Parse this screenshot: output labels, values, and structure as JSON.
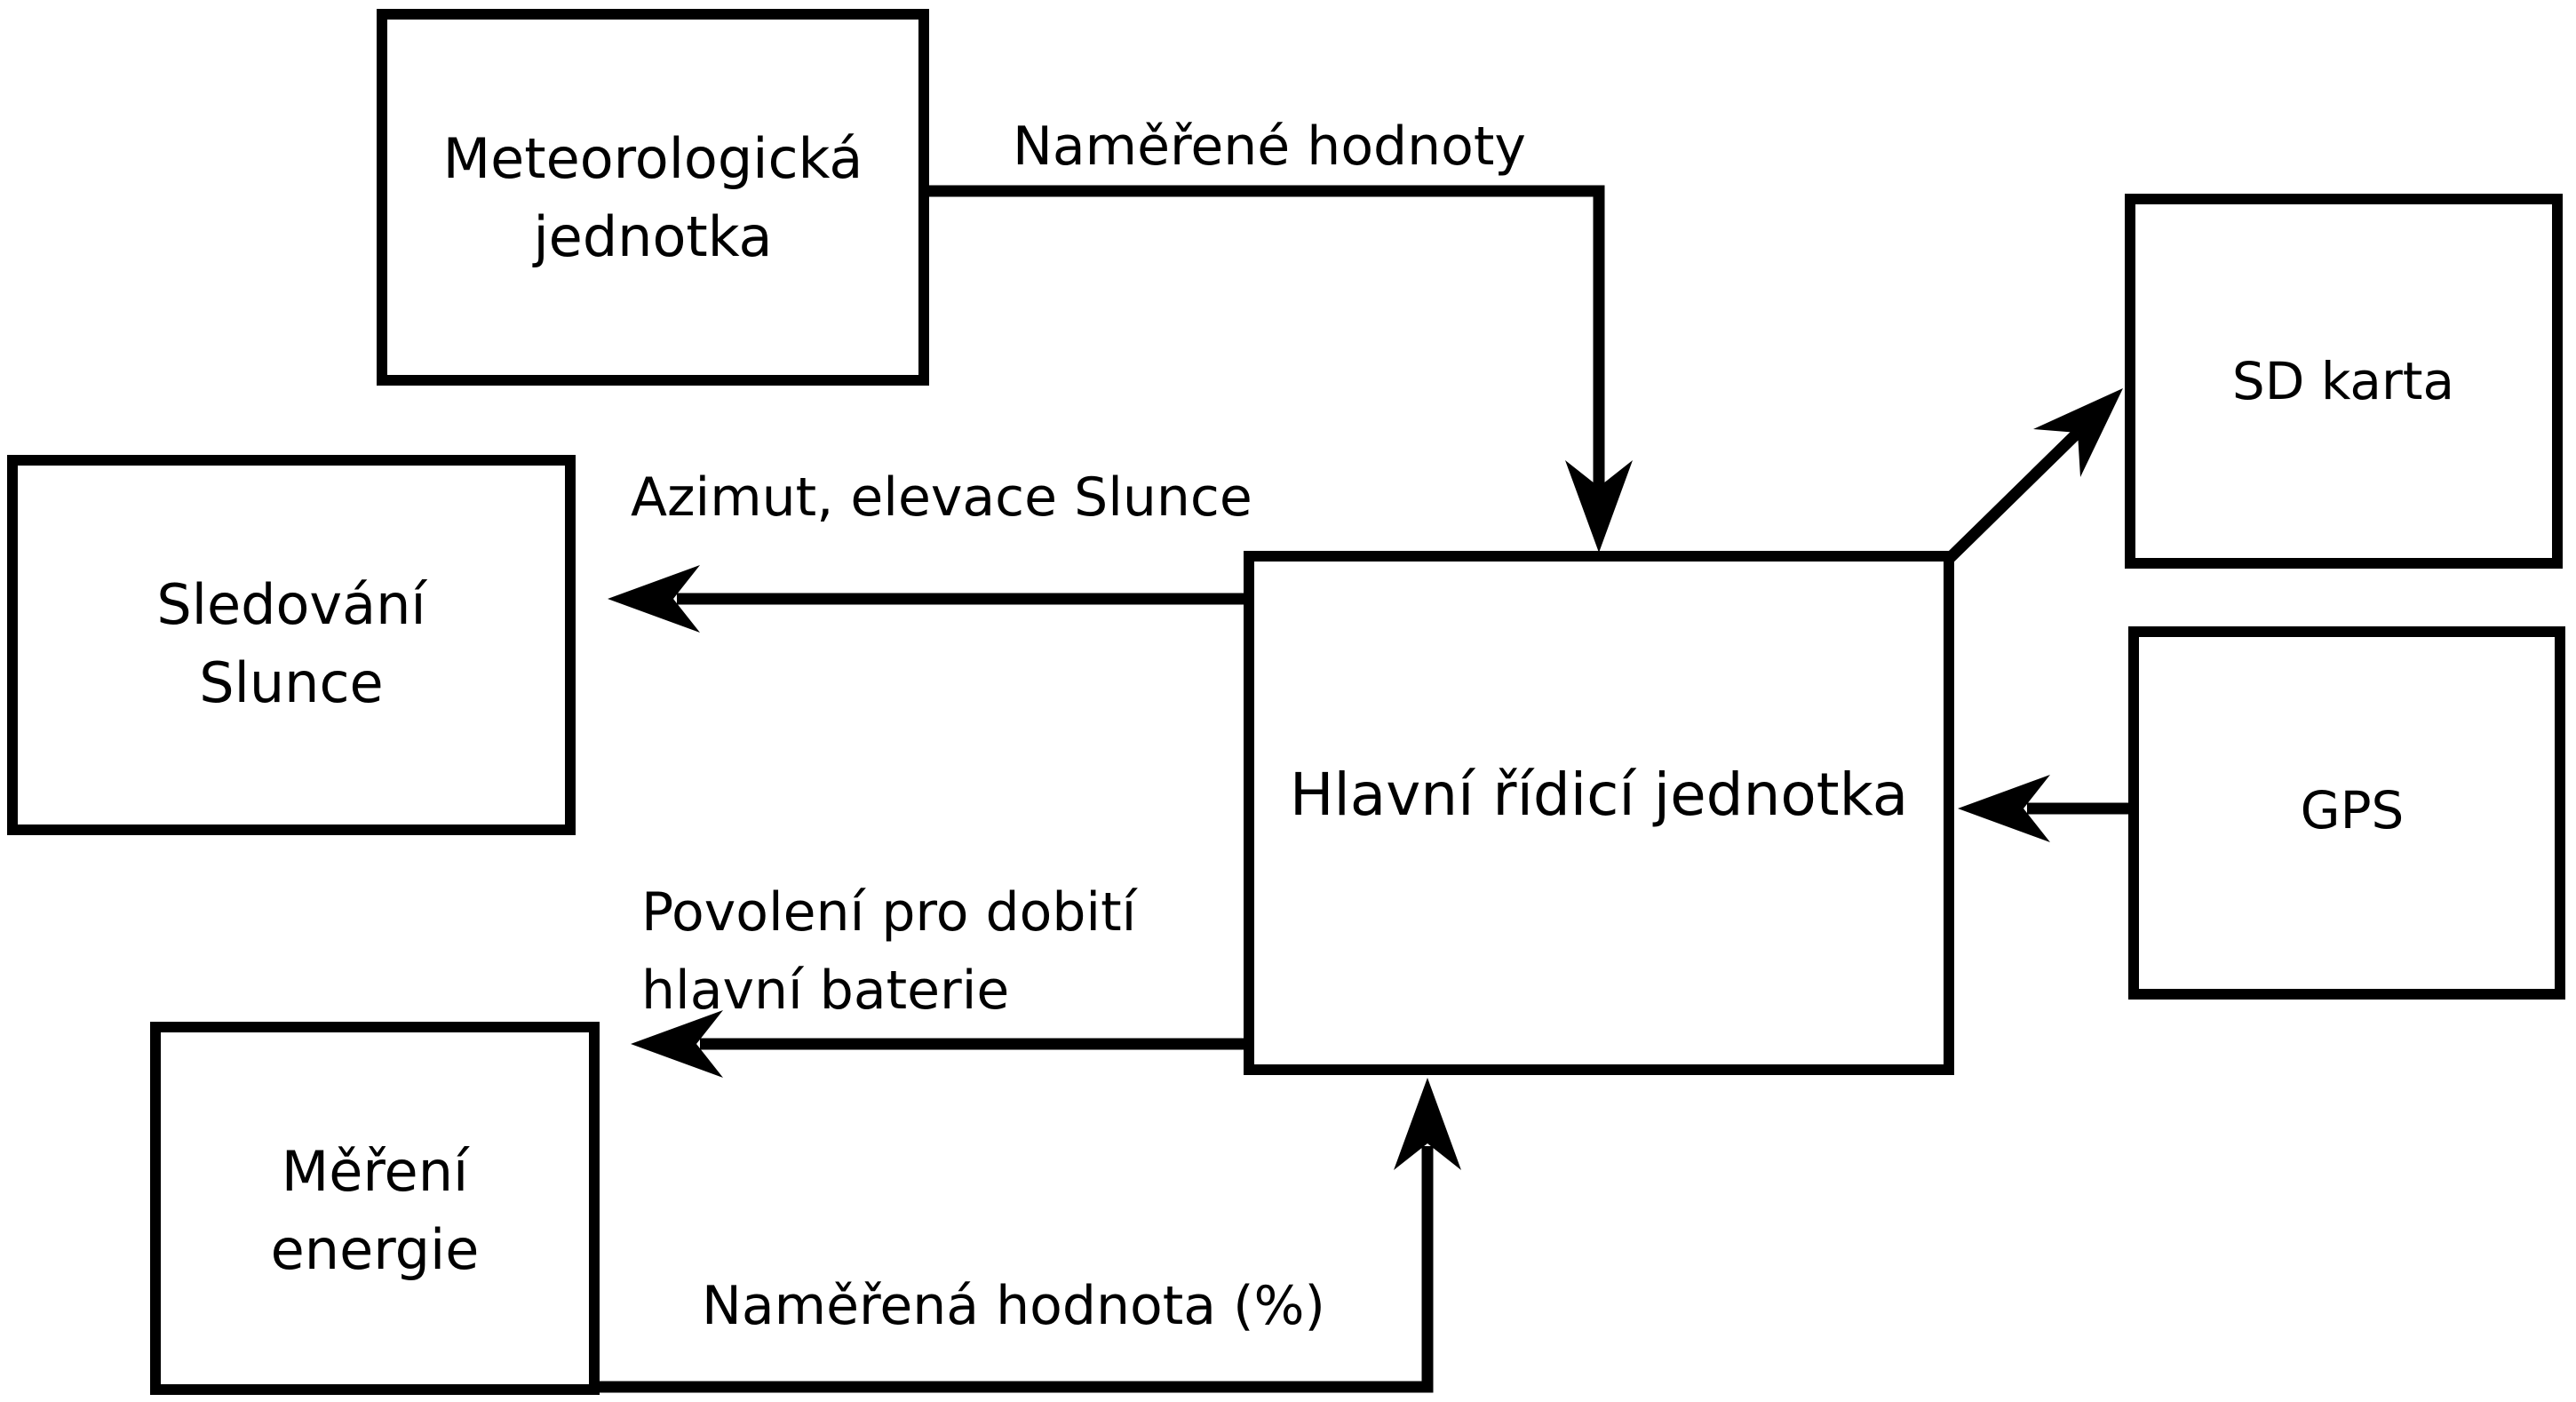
{
  "diagram": {
    "background_color": "#ffffff",
    "stroke_color": "#000000",
    "boxes": {
      "meteo": {
        "lines": [
          "Meteorologická",
          "jednotka"
        ]
      },
      "sledovani": {
        "lines": [
          "Sledování",
          "Slunce"
        ]
      },
      "mereni": {
        "lines": [
          "Měření",
          "energie"
        ]
      },
      "hlavni": {
        "label": "Hlavní řídicí jednotka"
      },
      "sd": {
        "label": "SD karta"
      },
      "gps": {
        "label": "GPS"
      }
    },
    "edge_labels": {
      "measured_values": "Naměřené hodnoty",
      "azimuth": "Azimut, elevace Slunce",
      "charge_line1": "Povolení pro dobití",
      "charge_line2": "hlavní baterie",
      "measured_percent": "Naměřená hodnota (%)"
    }
  }
}
